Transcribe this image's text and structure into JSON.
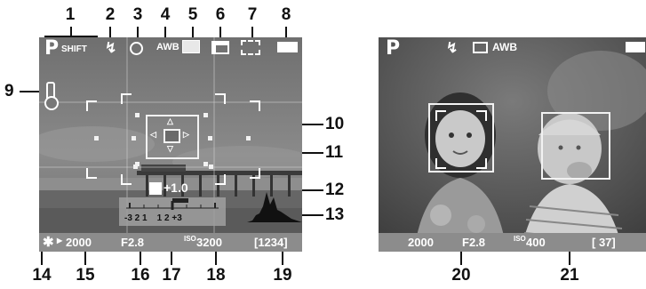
{
  "left_screen": {
    "mode": "P",
    "shift": "SHIFT",
    "wb": "AWB",
    "exposure_comp": "+1.0",
    "scale_labels": "-3 2 1    1 2 +3",
    "shutter": "2000",
    "aperture": "F2.8",
    "iso_label": "ISO",
    "iso": "3200",
    "shots_remaining": "[1234]"
  },
  "right_screen": {
    "mode": "P",
    "wb": "AWB",
    "shutter": "2000",
    "aperture": "F2.8",
    "iso_label": "ISO",
    "iso": "400",
    "shots_remaining": "[ 37]"
  },
  "callouts": [
    "1",
    "2",
    "3",
    "4",
    "5",
    "6",
    "7",
    "8",
    "9",
    "10",
    "11",
    "12",
    "13",
    "14",
    "15",
    "16",
    "17",
    "18",
    "19",
    "20",
    "21"
  ],
  "colors": {
    "overlay_text": "#ffffff",
    "callout": "#111111"
  }
}
